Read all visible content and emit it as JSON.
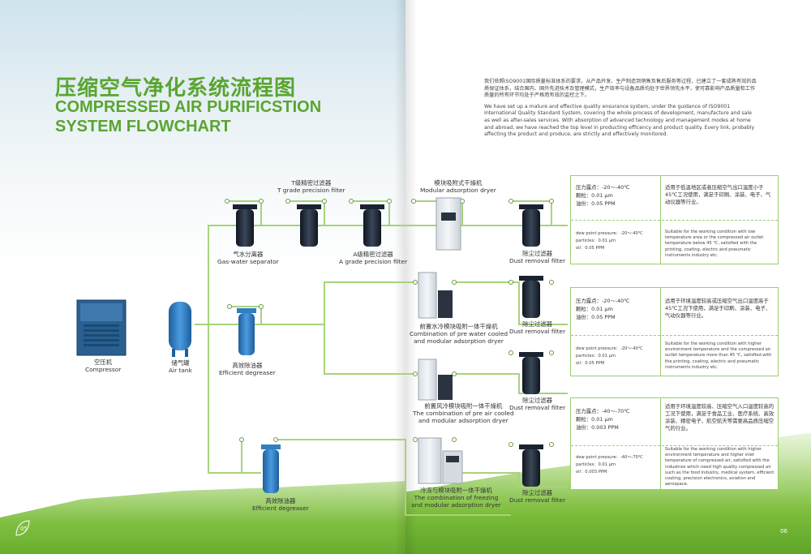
{
  "title": {
    "cn": "压缩空气净化系统流程图",
    "en_line1": "COMPRESSED AIR PURIFICSTION",
    "en_line2": "SYSTEM FLOWCHART"
  },
  "intro": {
    "cn": "我们依照ISO9001国际质量标准体系的要求，从产品开发、生产制造到销售及售后服务等过程，已建立了一套成熟有效的品质保证体系，结合国内、国外先进技术及管理模式，生产效率与设备品质均处于世界领先水平，使可靠影响产品质量和工作质量的所有环节均处于严格而有效的监控之下。",
    "en": "We have set up a mature and effective quality ensurance system, under the guidance of ISO9001 International Quality Standard System, covering the whole process of development, manufacture and sale as well as after-sales services. With absorption of advanced technology and management modes at home and abroad, we have reached the top level in producting efficency and product quality. Every link, probably affecting the product and produce, are strictly and effectively monitored."
  },
  "equipment": {
    "compressor": {
      "cn": "空压机",
      "en": "Compressor"
    },
    "air_tank": {
      "cn": "储气罐",
      "en": "Air tank"
    },
    "gas_water_separator": {
      "cn": "气水分离器",
      "en": "Gas-water separator"
    },
    "t_grade_filter": {
      "cn": "T级精密过滤器",
      "en": "T grade precision filter"
    },
    "a_grade_filter": {
      "cn": "A级精密过滤器",
      "en": "A grade precision filter"
    },
    "modular_dryer": {
      "cn": "模块吸附式干燥机",
      "en": "Modular adsorption dryer"
    },
    "dust_filter_1": {
      "cn": "除尘过滤器",
      "en": "Dust removal filter"
    },
    "efficient_degreaser": {
      "cn": "高效除油器",
      "en": "Efficient degreaser"
    },
    "water_cooled_dryer": {
      "cn": "前置水冷模块吸附一体干燥机",
      "en_line1": "Combination of pre water cooled",
      "en_line2": "and modular adsorption dryer"
    },
    "dust_filter_2": {
      "cn": "除尘过滤器",
      "en": "Dust removal filter"
    },
    "air_cooled_dryer": {
      "cn": "前置风冷模块吸附一体干燥机",
      "en_line1": "The combination of pre air cooled",
      "en_line2": "and modular adsorption dryer"
    },
    "dust_filter_3": {
      "cn": "除尘过滤器",
      "en": "Dust removal filter"
    },
    "efficient_degreaser_2": {
      "cn": "高效除油器",
      "en": "Efficient degreaser"
    },
    "freezing_dryer": {
      "cn": "冷冻与模块吸附一体干燥机",
      "en_line1": "The combination of freezing",
      "en_line2": "and modular adsorption dryer"
    },
    "dust_filter_4": {
      "cn": "除尘过滤器",
      "en": "Dust removal filter"
    }
  },
  "spec_boxes": [
    {
      "cn_line1": "压力露点：-20～-40℃",
      "cn_line2": "颗粒：0.01 μm",
      "cn_line3": "油份：0.05 PPM",
      "en_line1": "dew point pressure：-20～-40℃",
      "en_line2": "particles：0.01 μm",
      "en_line3": "oil：0.05 PPM",
      "app_cn": "适用于低温地区或者压缩空气出口温度小于45℃工况使用，满足于印刷、涂装、电子、气动仪器等行业。",
      "app_en": "Suitable for the working condition with low temperature area or the compressed air outlet temperature below 45 ℃, satisfied with the printing, coating, electric and pneumatic instruments industry etc."
    },
    {
      "cn_line1": "压力露点：-20～-40℃",
      "cn_line2": "颗粒：0.01 μm",
      "cn_line3": "油份：0.05 PPM",
      "en_line1": "dew point pressure：-20～-40℃",
      "en_line2": "particles：0.01 μm",
      "en_line3": "oil：0.05 PPM",
      "app_cn": "适用于环境温度较高或压缩空气出口温度高于45℃工况下使用，满足于印刷、涂装、电子、气动仪器等行业。",
      "app_en": "Suitable for the working condition with higher environment temperature and the compressed air outlet temperature more than 45 ℃, satisfied with the printing, coating, electric and pneumatic instruments industry etc."
    },
    {
      "cn_line1": "压力露点：-40～-70℃",
      "cn_line2": "颗粒：0.01 μm",
      "cn_line3": "油份：0.003 PPM",
      "en_line1": "dew point pressure：-40～-70℃",
      "en_line2": "particles：0.01 μm",
      "en_line3": "oil：0.003 PPM",
      "app_cn": "适用于环境温度较高、压缩空气入口温度较高的工况下使用，满足于食品工业、医疗系统、高效涂装、精密电子、航空航天等需要高品质压缩空气的行业。",
      "app_en": "Suitable for the working condition with higher environment temperature and higher inlet temperature of compressed air, satisfied with the industries which need high quality compressed air such as the food industry, medical system, efficient coating, precision electronics, aviation and aerospace."
    }
  ],
  "page_numbers": {
    "left": "05",
    "right": "06"
  },
  "colors": {
    "accent": "#5aa531",
    "pipe": "#a7d37d",
    "filter_body": "#1f2a3a",
    "equipment_blue": "#2f7fc1"
  }
}
